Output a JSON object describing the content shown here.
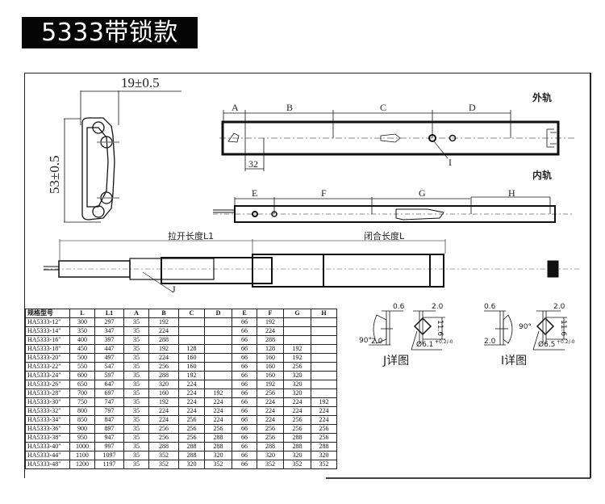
{
  "header": {
    "title": "5333带锁款"
  },
  "cross_section": {
    "width_dim": "19±0.5",
    "height_dim": "53±0.5"
  },
  "outer_rail": {
    "label": "外轨",
    "dims": [
      "A",
      "B",
      "C",
      "D"
    ],
    "pitch_dim": "32",
    "callout": "I"
  },
  "inner_rail": {
    "label": "内轨",
    "dims": [
      "E",
      "F",
      "G",
      "H"
    ]
  },
  "assembly": {
    "extended_length_label": "拉开长度L1",
    "closed_length_label": "闭合长度L",
    "callout": "J"
  },
  "detail_j": {
    "title": "J详图",
    "dim_thickness": "0.6",
    "dim_side": "2.0",
    "angle": "90°",
    "dim_offset": "2.0",
    "dim_height": "11.6",
    "hole_dia": "Ø6.1",
    "hole_tol": "+0.2/-0"
  },
  "detail_i": {
    "title": "I详图",
    "dim_thickness": "0.6",
    "dim_side": "2.0",
    "angle": "90°",
    "dim_offset": "2.0",
    "dim_height": "11.6",
    "hole_dia": "Ø6.5",
    "hole_tol": "+0.2/-0"
  },
  "spec_table": {
    "columns": [
      "规格型号",
      "L",
      "L1",
      "A",
      "B",
      "C",
      "D",
      "E",
      "F",
      "G",
      "H"
    ],
    "rows": [
      [
        "HA5333-12\"",
        "300",
        "297",
        "35",
        "192",
        "",
        "",
        "66",
        "192",
        "",
        ""
      ],
      [
        "HA5333-14\"",
        "350",
        "347",
        "35",
        "224",
        "",
        "",
        "66",
        "224",
        "",
        ""
      ],
      [
        "HA5333-16\"",
        "400",
        "397",
        "35",
        "288",
        "",
        "",
        "66",
        "288",
        "",
        ""
      ],
      [
        "HA5333-18\"",
        "450",
        "447",
        "35",
        "192",
        "128",
        "",
        "66",
        "128",
        "192",
        ""
      ],
      [
        "HA5333-20\"",
        "500",
        "497",
        "35",
        "224",
        "160",
        "",
        "66",
        "160",
        "192",
        ""
      ],
      [
        "HA5333-22\"",
        "550",
        "547",
        "35",
        "256",
        "160",
        "",
        "66",
        "160",
        "256",
        ""
      ],
      [
        "HA5333-24\"",
        "600",
        "597",
        "35",
        "288",
        "192",
        "",
        "66",
        "160",
        "320",
        ""
      ],
      [
        "HA5333-26\"",
        "650",
        "647",
        "35",
        "320",
        "224",
        "",
        "66",
        "192",
        "320",
        ""
      ],
      [
        "HA5333-28\"",
        "700",
        "697",
        "35",
        "160",
        "224",
        "192",
        "66",
        "256",
        "320",
        ""
      ],
      [
        "HA5333-30\"",
        "750",
        "747",
        "35",
        "192",
        "224",
        "224",
        "66",
        "224",
        "224",
        "192"
      ],
      [
        "HA5333-32\"",
        "800",
        "797",
        "35",
        "224",
        "224",
        "224",
        "66",
        "224",
        "224",
        "224"
      ],
      [
        "HA5333-34\"",
        "850",
        "847",
        "35",
        "224",
        "256",
        "224",
        "66",
        "224",
        "256",
        "224"
      ],
      [
        "HA5333-36\"",
        "900",
        "897",
        "35",
        "256",
        "256",
        "256",
        "66",
        "256",
        "256",
        "256"
      ],
      [
        "HA5333-38\"",
        "950",
        "947",
        "35",
        "256",
        "256",
        "288",
        "66",
        "256",
        "288",
        "256"
      ],
      [
        "HA5333-40\"",
        "1000",
        "997",
        "35",
        "288",
        "288",
        "288",
        "66",
        "288",
        "288",
        "288"
      ],
      [
        "HA5333-44\"",
        "1100",
        "1097",
        "35",
        "352",
        "288",
        "320",
        "66",
        "320",
        "320",
        "320"
      ],
      [
        "HA5333-48\"",
        "1200",
        "1197",
        "35",
        "352",
        "320",
        "352",
        "66",
        "352",
        "352",
        "352"
      ]
    ]
  }
}
